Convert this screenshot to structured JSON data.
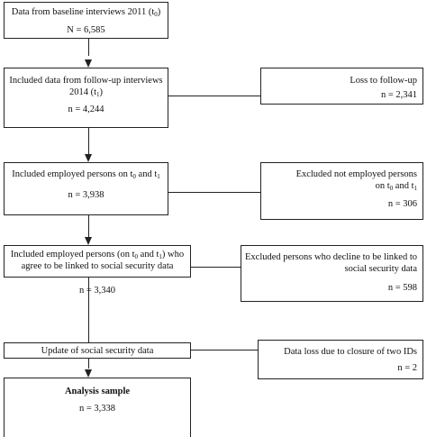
{
  "boxes": {
    "baseline": {
      "line1": "Data from baseline interviews 2011 (t",
      "sub1": "0",
      "line1_end": ")",
      "count": "N = 6,585"
    },
    "followup": {
      "line1": "Included data from follow-up interviews",
      "line2": "2014 (t",
      "sub2": "1",
      "line2_end": ")",
      "count": "n = 4,244"
    },
    "loss": {
      "line1": "Loss to follow-up",
      "count": "n = 2,341"
    },
    "employed": {
      "line1": "Included employed persons on t",
      "sub1": "0",
      "line1_mid": " and t",
      "sub1b": "1",
      "count": "n = 3,938"
    },
    "not_employed": {
      "line1": "Excluded not employed persons",
      "line2": "on t",
      "sub2": "0",
      "line2_mid": " and t",
      "sub2b": "1",
      "count": "n = 306"
    },
    "agree": {
      "line1": "Included employed persons (on t",
      "sub1": "0",
      "line1_mid": " and t",
      "sub1b": "1",
      "line1_end": ") who",
      "line2": "agree to be linked to social security data",
      "count": "n = 3,340"
    },
    "decline": {
      "line1": "Excluded persons who decline to be linked to",
      "line2": "social security data",
      "count": "n = 598"
    },
    "update": {
      "line1": "Update of social security data"
    },
    "data_loss": {
      "line1": "Data loss due to closure of two IDs",
      "count": "n = 2"
    },
    "analysis": {
      "line1": "Analysis sample",
      "count": "n = 3,338"
    }
  }
}
